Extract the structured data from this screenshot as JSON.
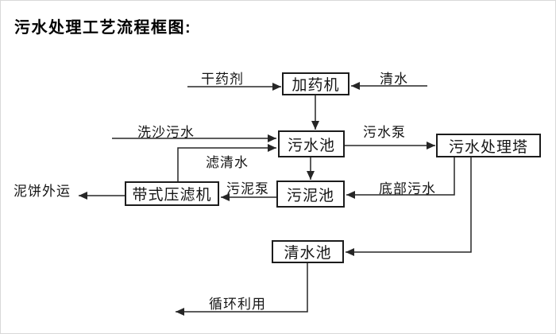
{
  "title": "污水处理工艺流程框图:",
  "colors": {
    "background": "#ffffff",
    "line": "#262626",
    "box_border": "#1c1c1c",
    "text": "#151515"
  },
  "nodes": [
    {
      "id": "dosing-machine",
      "label": "加药机"
    },
    {
      "id": "sewage-pool",
      "label": "污水池"
    },
    {
      "id": "treatment-tower",
      "label": "污水处理塔"
    },
    {
      "id": "sludge-pool",
      "label": "污泥池"
    },
    {
      "id": "belt-filter-press",
      "label": "带式压滤机"
    },
    {
      "id": "clean-water-pool",
      "label": "清水池"
    }
  ],
  "edges": [
    {
      "label": "干药剂",
      "from": "external",
      "to": "加药机"
    },
    {
      "label": "清水",
      "from": "external",
      "to": "加药机"
    },
    {
      "label": "",
      "from": "加药机",
      "to": "污水池"
    },
    {
      "label": "洗沙污水",
      "from": "external",
      "to": "污水池"
    },
    {
      "label": "滤清水",
      "from": "带式压滤机",
      "to": "污水池"
    },
    {
      "label": "污水泵",
      "from": "污水池",
      "to": "污水处理塔"
    },
    {
      "label": "",
      "from": "污水池",
      "to": "污泥池"
    },
    {
      "label": "底部污水",
      "from": "污水处理塔",
      "to": "污泥池"
    },
    {
      "label": "污泥泵",
      "from": "污泥池",
      "to": "带式压滤机"
    },
    {
      "label": "泥饼外运",
      "from": "带式压滤机",
      "to": "external"
    },
    {
      "label": "",
      "from": "污水处理塔",
      "to": "清水池"
    },
    {
      "label": "循环利用",
      "from": "清水池",
      "to": "external"
    }
  ]
}
